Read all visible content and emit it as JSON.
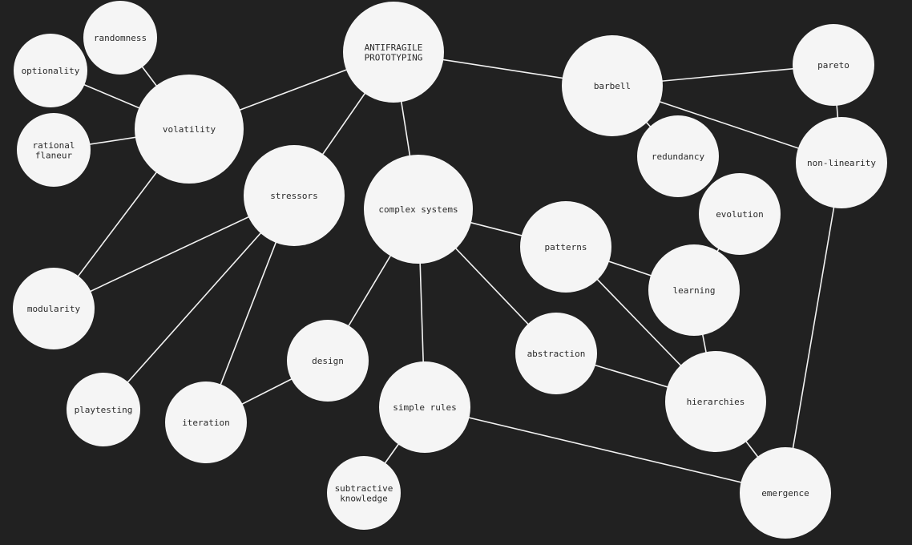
{
  "nodes": [
    {
      "id": "antifragile",
      "lines": [
        "ANTIFRAGILE",
        "PROTOTYPING"
      ]
    },
    {
      "id": "randomness",
      "lines": [
        "randomness"
      ]
    },
    {
      "id": "optionality",
      "lines": [
        "optionality"
      ]
    },
    {
      "id": "volatility",
      "lines": [
        "volatility"
      ]
    },
    {
      "id": "rational-flaneur",
      "lines": [
        "rational",
        "flaneur"
      ]
    },
    {
      "id": "stressors",
      "lines": [
        "stressors"
      ]
    },
    {
      "id": "complex-systems",
      "lines": [
        "complex systems"
      ]
    },
    {
      "id": "barbell",
      "lines": [
        "barbell"
      ]
    },
    {
      "id": "pareto",
      "lines": [
        "pareto"
      ]
    },
    {
      "id": "redundancy",
      "lines": [
        "redundancy"
      ]
    },
    {
      "id": "non-linearity",
      "lines": [
        "non-linearity"
      ]
    },
    {
      "id": "evolution",
      "lines": [
        "evolution"
      ]
    },
    {
      "id": "patterns",
      "lines": [
        "patterns"
      ]
    },
    {
      "id": "learning",
      "lines": [
        "learning"
      ]
    },
    {
      "id": "modularity",
      "lines": [
        "modularity"
      ]
    },
    {
      "id": "design",
      "lines": [
        "design"
      ]
    },
    {
      "id": "abstraction",
      "lines": [
        "abstraction"
      ]
    },
    {
      "id": "hierarchies",
      "lines": [
        "hierarchies"
      ]
    },
    {
      "id": "playtesting",
      "lines": [
        "playtesting"
      ]
    },
    {
      "id": "iteration",
      "lines": [
        "iteration"
      ]
    },
    {
      "id": "simple-rules",
      "lines": [
        "simple rules"
      ]
    },
    {
      "id": "emergence",
      "lines": [
        "emergence"
      ]
    },
    {
      "id": "subtractive-knowledge",
      "lines": [
        "subtractive",
        "knowledge"
      ]
    }
  ],
  "edges": [
    [
      "antifragile",
      "volatility"
    ],
    [
      "antifragile",
      "stressors"
    ],
    [
      "antifragile",
      "complex-systems"
    ],
    [
      "antifragile",
      "barbell"
    ],
    [
      "randomness",
      "volatility"
    ],
    [
      "optionality",
      "volatility"
    ],
    [
      "rational-flaneur",
      "volatility"
    ],
    [
      "volatility",
      "modularity"
    ],
    [
      "stressors",
      "modularity"
    ],
    [
      "stressors",
      "playtesting"
    ],
    [
      "stressors",
      "iteration"
    ],
    [
      "iteration",
      "design"
    ],
    [
      "design",
      "complex-systems"
    ],
    [
      "complex-systems",
      "simple-rules"
    ],
    [
      "complex-systems",
      "abstraction"
    ],
    [
      "complex-systems",
      "patterns"
    ],
    [
      "simple-rules",
      "subtractive-knowledge"
    ],
    [
      "simple-rules",
      "emergence"
    ],
    [
      "barbell",
      "pareto"
    ],
    [
      "barbell",
      "non-linearity"
    ],
    [
      "barbell",
      "redundancy"
    ],
    [
      "pareto",
      "non-linearity"
    ],
    [
      "non-linearity",
      "emergence"
    ],
    [
      "evolution",
      "learning"
    ],
    [
      "patterns",
      "learning"
    ],
    [
      "patterns",
      "hierarchies"
    ],
    [
      "learning",
      "hierarchies"
    ],
    [
      "abstraction",
      "hierarchies"
    ],
    [
      "hierarchies",
      "emergence"
    ]
  ]
}
